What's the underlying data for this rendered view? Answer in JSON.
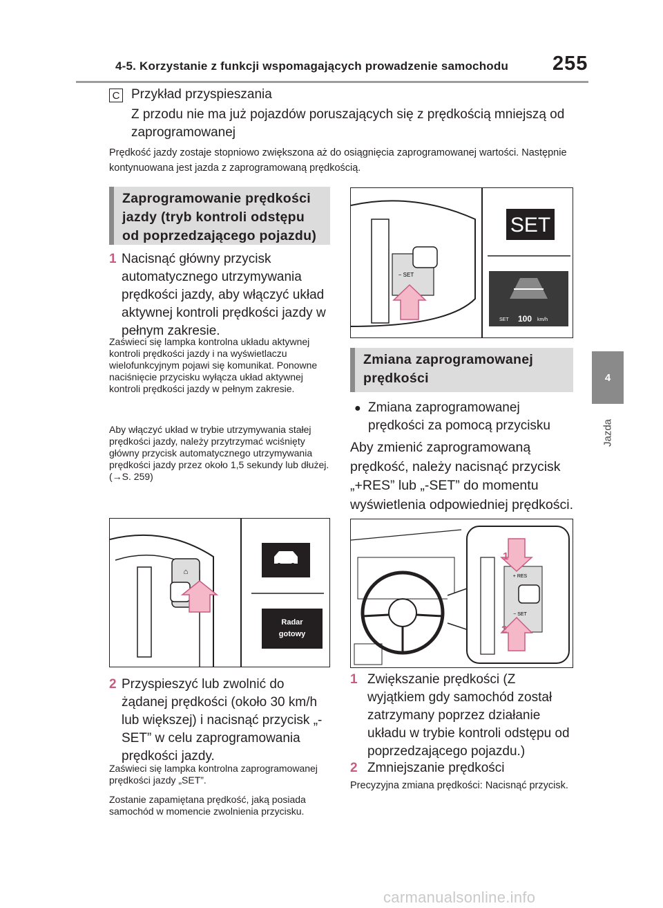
{
  "header": {
    "title": "4-5. Korzystanie z funkcji wspomagających prowadzenie samochodu",
    "page_number": "255"
  },
  "side_tab": {
    "number": "4",
    "label": "Jazda"
  },
  "example": {
    "marker": "C",
    "title": "Przykład przyspieszania",
    "body": "Z przodu nie ma już pojazdów poruszających się z prędkością mniejszą od zaprogramowanej",
    "note": "Prędkość jazdy zostaje stopniowo zwiększona aż do osiągnięcia zaprogramowanej wartości. Następnie kontynuowana jest jazda z zaprogramowaną prędkością."
  },
  "section1": {
    "title": "Zaprogramowanie prędkości jazdy (tryb kontroli odstępu od poprzedzającego pojazdu)",
    "step1": {
      "num": "1",
      "text": "Nacisnąć główny przycisk automatycznego utrzymywania prędkości jazdy, aby włączyć układ aktywnej kontroli prędkości jazdy w pełnym zakresie."
    },
    "note1": "Zaświeci się lampka kontrolna układu aktywnej kontroli prędkości jazdy i na wyświetlaczu wielofunkcyjnym pojawi się komunikat. Ponowne naciśnięcie przycisku wyłącza układ aktywnej kontroli prędkości jazdy w pełnym zakresie.",
    "note2": "Aby włączyć układ w trybie utrzymywania stałej prędkości jazdy, należy przytrzymać wciśnięty główny przycisk automatycznego utrzymywania prędkości jazdy przez około 1,5 sekundy lub dłużej. (→S. 259)",
    "figure1": {
      "display_line1": "Radar",
      "display_line2": "gotowy"
    },
    "step2": {
      "num": "2",
      "text": "Przyspieszyć lub zwolnić do żądanej prędkości (około 30 km/h lub większej) i nacisnąć przycisk „-SET” w celu zaprogramowania prędkości jazdy."
    },
    "note3": "Zaświeci się lampka kontrolna zaprogramowanej prędkości jazdy „SET”.",
    "note4": "Zostanie zapamiętana prędkość, jaką posiada samochód w momencie zwolnienia przycisku."
  },
  "figure2": {
    "button_label": "− SET",
    "indicator": "SET",
    "speed_prefix": "SET",
    "speed_value": "100",
    "speed_unit": "km/h"
  },
  "section2": {
    "title": "Zmiana zaprogramowanej prędkości",
    "bullet_title": "Zmiana zaprogramowanej prędkości za pomocą przycisku",
    "paragraph": "Aby zmienić zaprogramowaną prędkość, należy nacisnąć przycisk „+RES” lub „-SET” do momentu wyświetlenia odpowiedniej prędkości.",
    "figure3": {
      "res_label": "+ RES",
      "set_label": "− SET",
      "callout1": "1",
      "callout2": "2"
    },
    "step1": {
      "num": "1",
      "text": "Zwiększanie prędkości (Z wyjątkiem gdy samochód został zatrzymany poprzez działanie układu w trybie kontroli odstępu od poprzedzającego pojazdu.)"
    },
    "step2": {
      "num": "2",
      "text": "Zmniejszanie prędkości"
    },
    "note": "Precyzyjna zmiana prędkości: Nacisnąć przycisk."
  },
  "watermark": "carmanualsonline.info",
  "colors": {
    "accent": "#c95b82",
    "arrow": "#f4b8c9",
    "section_bg": "#dcdcdc",
    "tab": "#8a8a8a"
  }
}
